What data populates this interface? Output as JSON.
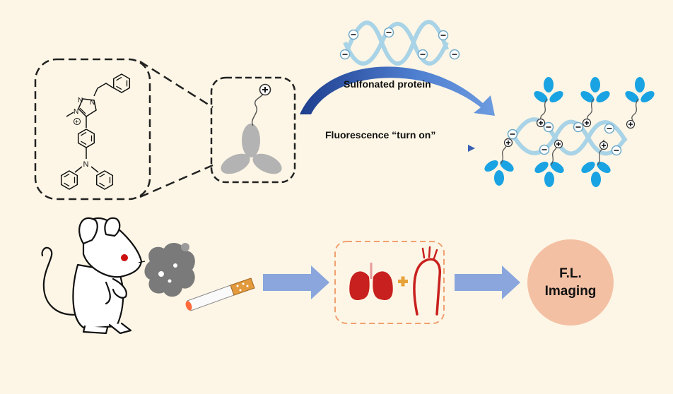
{
  "labels": {
    "sulfonated_protein": "Sulfonated protein",
    "fluorescence_turn_on": "Fluorescence “turn on”",
    "imaging_line1": "F.L.",
    "imaging_line2": "Imaging"
  },
  "chem_atoms": {
    "n1": "N",
    "n2": "N",
    "n3": "N",
    "n_amine": "N",
    "methyl_bond": "—",
    "plus": "+"
  },
  "colors": {
    "background": "#fdf6e6",
    "probe_blue": "#19a3e3",
    "dna_light": "#a9d3e6",
    "arrow_blue": "#3a5fb3",
    "process_arrow": "#8aa6dd",
    "organ_red": "#c8201e",
    "dashed_orange": "#f0a070",
    "imaging_circle": "#f4c0a4",
    "probe_gray": "#b3b3b3"
  },
  "icons": [
    "benzene-ring",
    "triazolium",
    "triphenylamine",
    "aie-probe",
    "positive-charge",
    "negative-charge",
    "dna-helix",
    "mouse",
    "smoke",
    "cigarette",
    "lungs",
    "aorta",
    "plus"
  ]
}
